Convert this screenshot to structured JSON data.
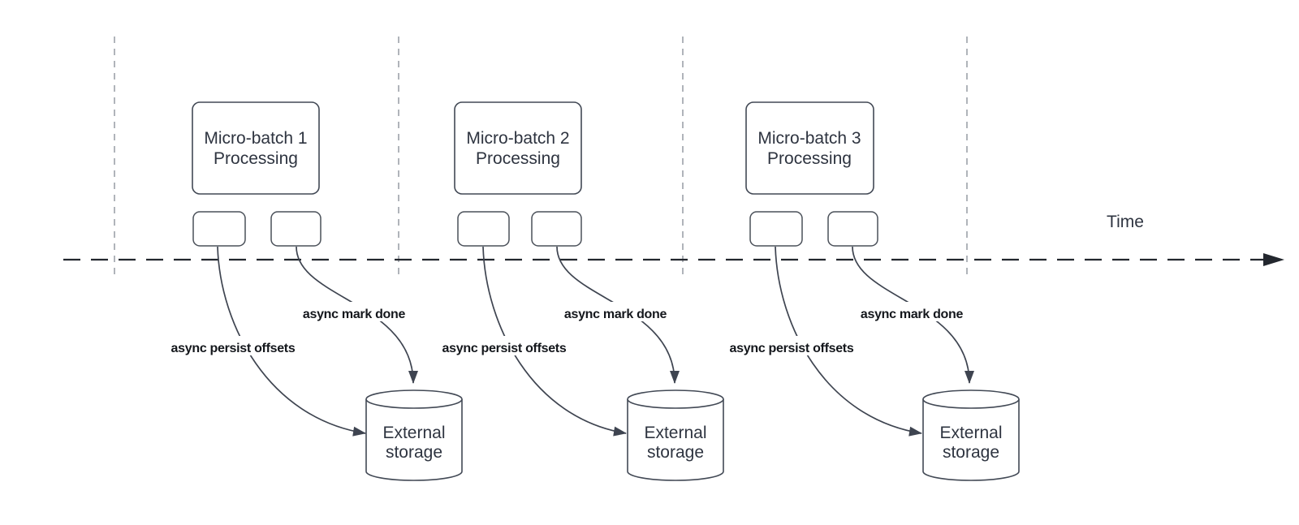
{
  "colors": {
    "background": "#ffffff",
    "shape_stroke": "#424955",
    "connector_stroke": "#3e4450",
    "timeline_stroke": "#23272e",
    "lane_divider_stroke": "#b0b4ba",
    "shape_text": "#2e3440",
    "label_text": "#14171c"
  },
  "timeline": {
    "label": "Time"
  },
  "groups": [
    {
      "batch": {
        "line1": "Micro-batch 1",
        "line2": "Processing"
      },
      "persist_label": "async persist offsets",
      "markdone_label": "async mark done",
      "storage": {
        "line1": "External",
        "line2": "storage"
      }
    },
    {
      "batch": {
        "line1": "Micro-batch 2",
        "line2": "Processing"
      },
      "persist_label": "async persist offsets",
      "markdone_label": "async mark done",
      "storage": {
        "line1": "External",
        "line2": "storage"
      }
    },
    {
      "batch": {
        "line1": "Micro-batch 3",
        "line2": "Processing"
      },
      "persist_label": "async persist offsets",
      "markdone_label": "async mark done",
      "storage": {
        "line1": "External",
        "line2": "storage"
      }
    }
  ]
}
